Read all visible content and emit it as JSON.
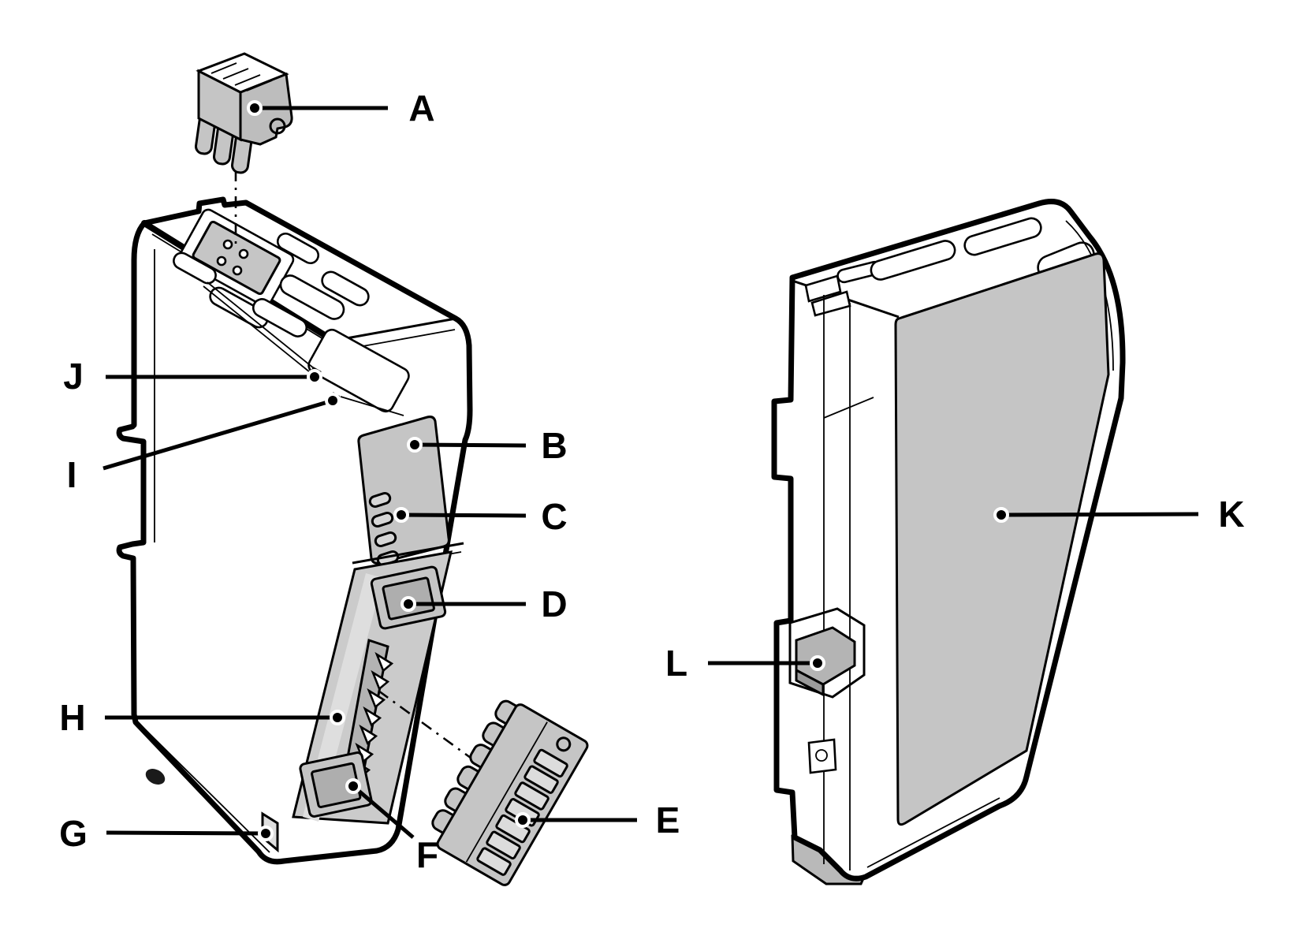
{
  "figure": {
    "kind": "hardware-callout-diagram",
    "views": {
      "left_view_name": "front-left view of device",
      "right_view_name": "back-right view of device"
    }
  },
  "colors": {
    "line": "#000000",
    "background": "#ffffff",
    "panel_gray": "#c5c5c5",
    "cavity_gray": "#cbcbcb",
    "inner_gray": "#aeaeae",
    "light_gray": "#dedede",
    "latch_gray": "#b4b4b4"
  },
  "callouts": [
    {
      "id": "A",
      "label": "A"
    },
    {
      "id": "B",
      "label": "B"
    },
    {
      "id": "C",
      "label": "C"
    },
    {
      "id": "D",
      "label": "D"
    },
    {
      "id": "E",
      "label": "E"
    },
    {
      "id": "F",
      "label": "F"
    },
    {
      "id": "G",
      "label": "G"
    },
    {
      "id": "H",
      "label": "H"
    },
    {
      "id": "I",
      "label": "I"
    },
    {
      "id": "J",
      "label": "J"
    },
    {
      "id": "K",
      "label": "K"
    },
    {
      "id": "L",
      "label": "L"
    }
  ]
}
